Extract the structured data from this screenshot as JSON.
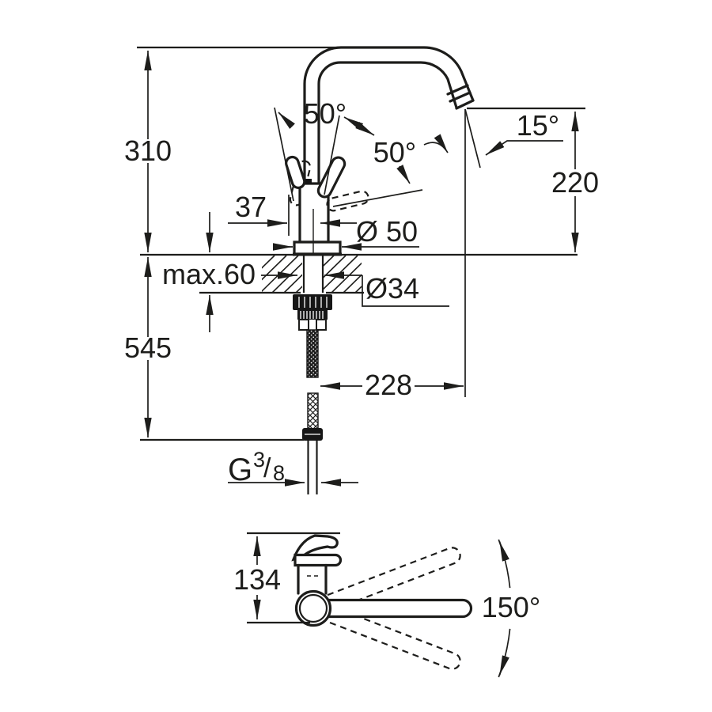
{
  "drawing": {
    "background": "#ffffff",
    "line_color": "#1d1d1b",
    "views": {
      "front": {
        "dimensions": {
          "spout_height": "310",
          "overall_depth": "545",
          "handle_offset": "37",
          "base_diameter": "Ø 50",
          "max_deck_thickness": "max.60",
          "hole_diameter": "Ø34",
          "spout_reach": "228",
          "outlet_height": "220",
          "stream_angle": "15°",
          "handle_angle_upper": "50°",
          "handle_angle_lower": "50°",
          "thread_prefix": "G",
          "thread_numerator": "3",
          "thread_slash": "/",
          "thread_denominator": "8"
        }
      },
      "top": {
        "dimensions": {
          "body_height": "134",
          "swivel_range": "150°"
        }
      }
    }
  }
}
